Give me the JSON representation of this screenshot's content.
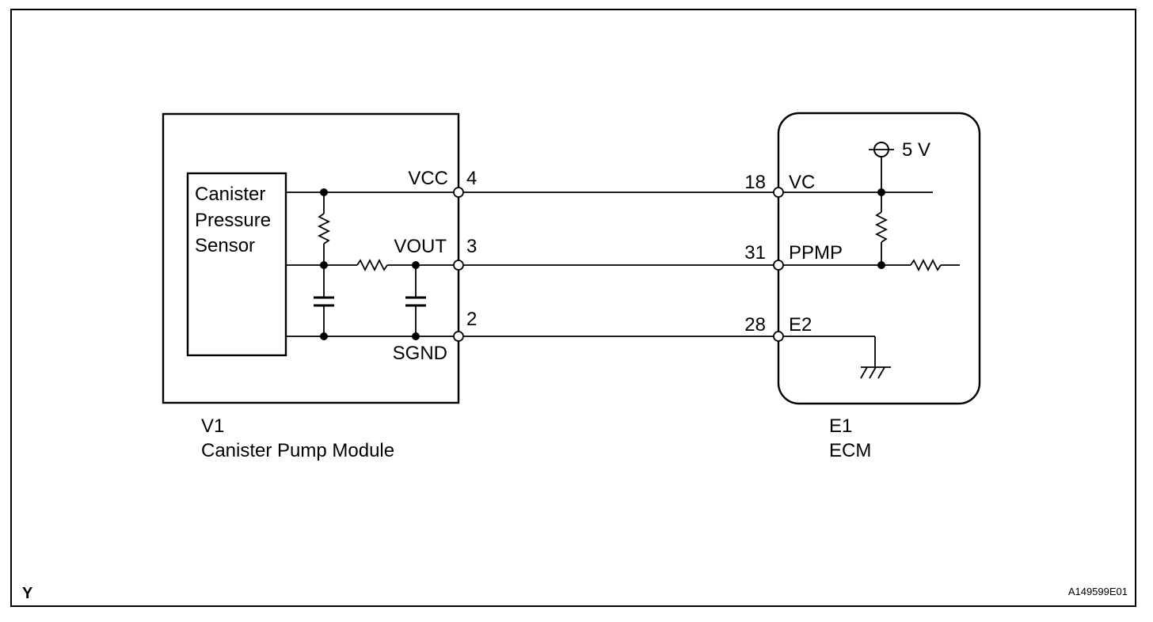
{
  "module_left": {
    "id": "V1",
    "name": "Canister Pump Module",
    "sensor_lines": [
      "Canister",
      "Pressure",
      "Sensor"
    ],
    "pins": [
      {
        "signal": "VCC",
        "number": "4"
      },
      {
        "signal": "VOUT",
        "number": "3"
      },
      {
        "signal": "SGND",
        "number": "2"
      }
    ]
  },
  "module_right": {
    "id": "E1",
    "name": "ECM",
    "supply": "5 V",
    "pins": [
      {
        "signal": "VC",
        "number": "18"
      },
      {
        "signal": "PPMP",
        "number": "31"
      },
      {
        "signal": "E2",
        "number": "28"
      }
    ]
  },
  "corner_code": "Y",
  "figure_id": "A149599E01"
}
